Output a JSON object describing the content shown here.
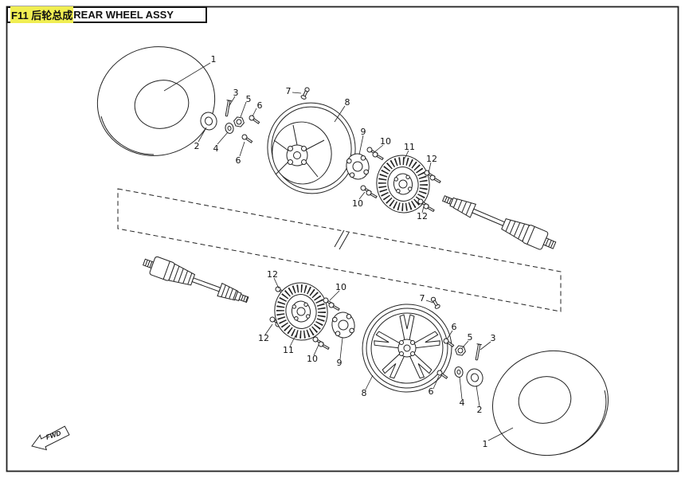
{
  "title": {
    "code_zh": "F11 后轮总成",
    "en": "REAR WHEEL ASSY",
    "highlight_color": "#f0ee52"
  },
  "direction_label": "FWD",
  "line_color": "#222222",
  "callouts": [
    {
      "label": "1"
    },
    {
      "label": "3"
    },
    {
      "label": "5"
    },
    {
      "label": "6"
    },
    {
      "label": "7"
    },
    {
      "label": "2"
    },
    {
      "label": "4"
    },
    {
      "label": "6"
    },
    {
      "label": "8"
    },
    {
      "label": "9"
    },
    {
      "label": "10"
    },
    {
      "label": "11"
    },
    {
      "label": "12"
    },
    {
      "label": "10"
    },
    {
      "label": "12"
    },
    {
      "label": "12"
    },
    {
      "label": "10"
    },
    {
      "label": "7"
    },
    {
      "label": "12"
    },
    {
      "label": "11"
    },
    {
      "label": "10"
    },
    {
      "label": "9"
    },
    {
      "label": "6"
    },
    {
      "label": "5"
    },
    {
      "label": "3"
    },
    {
      "label": "8"
    },
    {
      "label": "6"
    },
    {
      "label": "4"
    },
    {
      "label": "2"
    },
    {
      "label": "1"
    }
  ]
}
